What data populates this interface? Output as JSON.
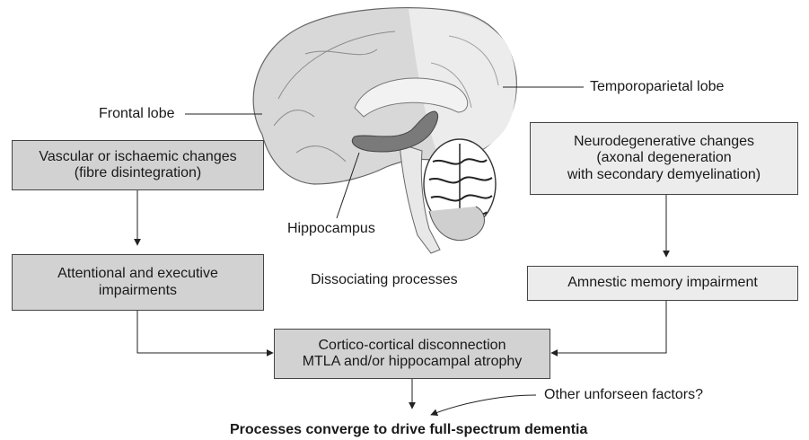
{
  "labels": {
    "frontal_lobe": "Frontal lobe",
    "temporoparietal_lobe": "Temporoparietal lobe",
    "hippocampus": "Hippocampus",
    "dissociating": "Dissociating processes",
    "other_factors": "Other unforseen factors?",
    "converge": "Processes converge to drive full-spectrum dementia"
  },
  "boxes": {
    "vascular": "Vascular or ischaemic changes\n(fibre disintegration)",
    "neurodegenerative": "Neurodegenerative changes\n(axonal degeneration\nwith secondary demyelination)",
    "attentional": "Attentional and executive\nimpairments",
    "amnestic": "Amnestic memory impairment",
    "disconnection": "Cortico-cortical disconnection\nMTLA and/or hippocampal atrophy"
  },
  "colors": {
    "hippocampus": "#7a7a7a",
    "brain_fill": "#d8d8d8",
    "temporal_fill": "#ececec"
  }
}
